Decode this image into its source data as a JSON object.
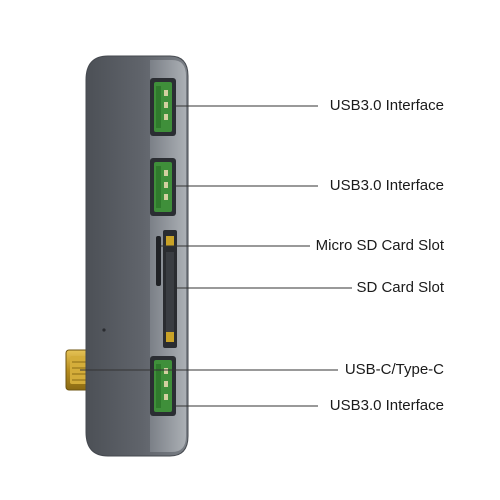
{
  "callouts": [
    {
      "id": "usb-port-1",
      "label": "USB3.0 Interface"
    },
    {
      "id": "usb-port-2",
      "label": "USB3.0 Interface"
    },
    {
      "id": "micro-sd-slot",
      "label": "Micro SD Card Slot"
    },
    {
      "id": "sd-slot",
      "label": "SD Card Slot"
    },
    {
      "id": "usb-c",
      "label": "USB-C/Type-C"
    },
    {
      "id": "usb-port-3",
      "label": "USB3.0 Interface"
    }
  ],
  "colors": {
    "body": "#5b5f66",
    "body_edge": "#8d9299",
    "port_green": "#3f8f3a",
    "connector_gold": "#c9a227",
    "leader_line": "#333333"
  }
}
